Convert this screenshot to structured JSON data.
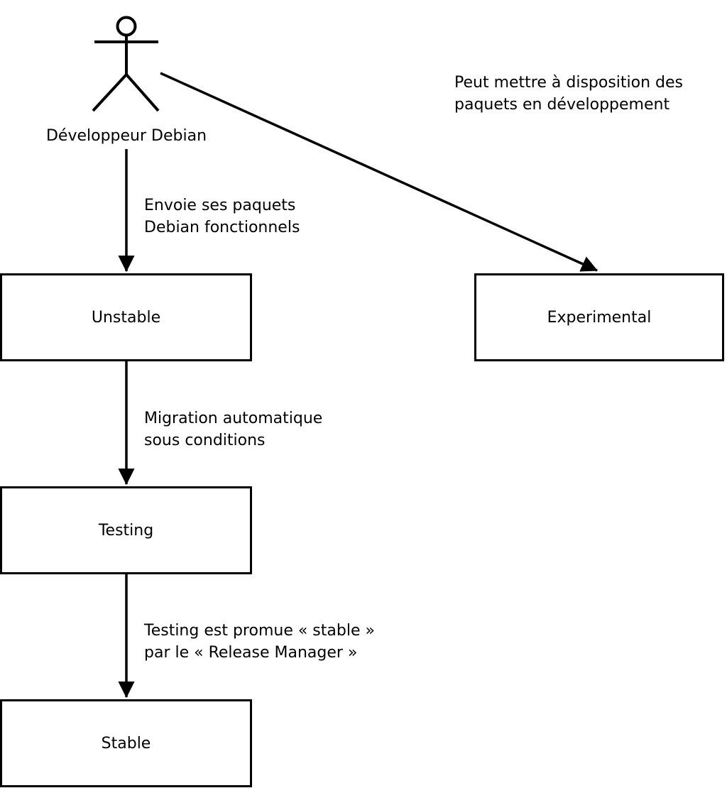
{
  "colors": {
    "background": "#ffffff",
    "stroke": "#000000",
    "text": "#000000"
  },
  "actor": {
    "label": "Développeur Debian"
  },
  "nodes": [
    {
      "id": "unstable",
      "label": "Unstable"
    },
    {
      "id": "testing",
      "label": "Testing"
    },
    {
      "id": "stable",
      "label": "Stable"
    },
    {
      "id": "experimental",
      "label": "Experimental"
    }
  ],
  "edges": [
    {
      "from": "developpeur-debian",
      "to": "unstable",
      "label_line1": "Envoie ses paquets",
      "label_line2": "Debian fonctionnels"
    },
    {
      "from": "developpeur-debian",
      "to": "experimental",
      "label_line1": "Peut mettre à disposition des",
      "label_line2": "paquets en développement"
    },
    {
      "from": "unstable",
      "to": "testing",
      "label_line1": "Migration automatique",
      "label_line2": "sous conditions"
    },
    {
      "from": "testing",
      "to": "stable",
      "label_line1": "Testing est promue « stable »",
      "label_line2": "par le « Release Manager »"
    }
  ]
}
